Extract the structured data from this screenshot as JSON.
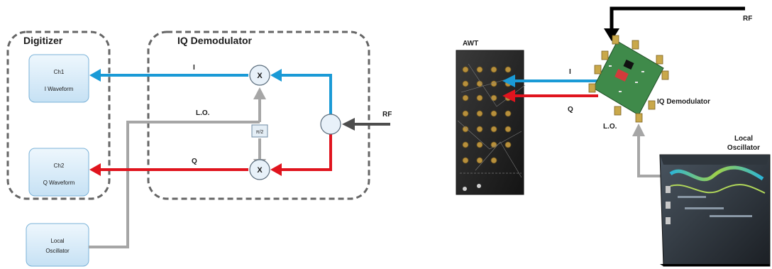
{
  "block_diagram": {
    "digitizer": {
      "title": "Digitizer",
      "ch1_line1": "Ch1",
      "ch1_line2": "I Waveform",
      "ch2_line1": "Ch2",
      "ch2_line2": "Q Waveform"
    },
    "demodulator": {
      "title": "IQ Demodulator",
      "mixer_symbol": "X",
      "phase_shift": "π/2"
    },
    "local_oscillator_line1": "Local",
    "local_oscillator_line2": "Oscillator",
    "labels": {
      "i": "I",
      "q": "Q",
      "lo": "L.O.",
      "rf": "RF"
    }
  },
  "hardware_setup": {
    "awt_label": "AWT",
    "demodulator_label": "IQ Demodulator",
    "local_oscillator_line1": "Local",
    "local_oscillator_line2": "Oscillator",
    "labels": {
      "i": "I",
      "q": "Q",
      "lo": "L.O.",
      "rf": "RF"
    }
  },
  "colors": {
    "i_path": "#1a9ad6",
    "q_path": "#e0141e",
    "lo_path": "#a6a6a6",
    "rf_path": "#4d4d4d",
    "box_fill": "#d7ebf8",
    "box_border": "#7ab2d8",
    "dashed_border": "#666666"
  }
}
